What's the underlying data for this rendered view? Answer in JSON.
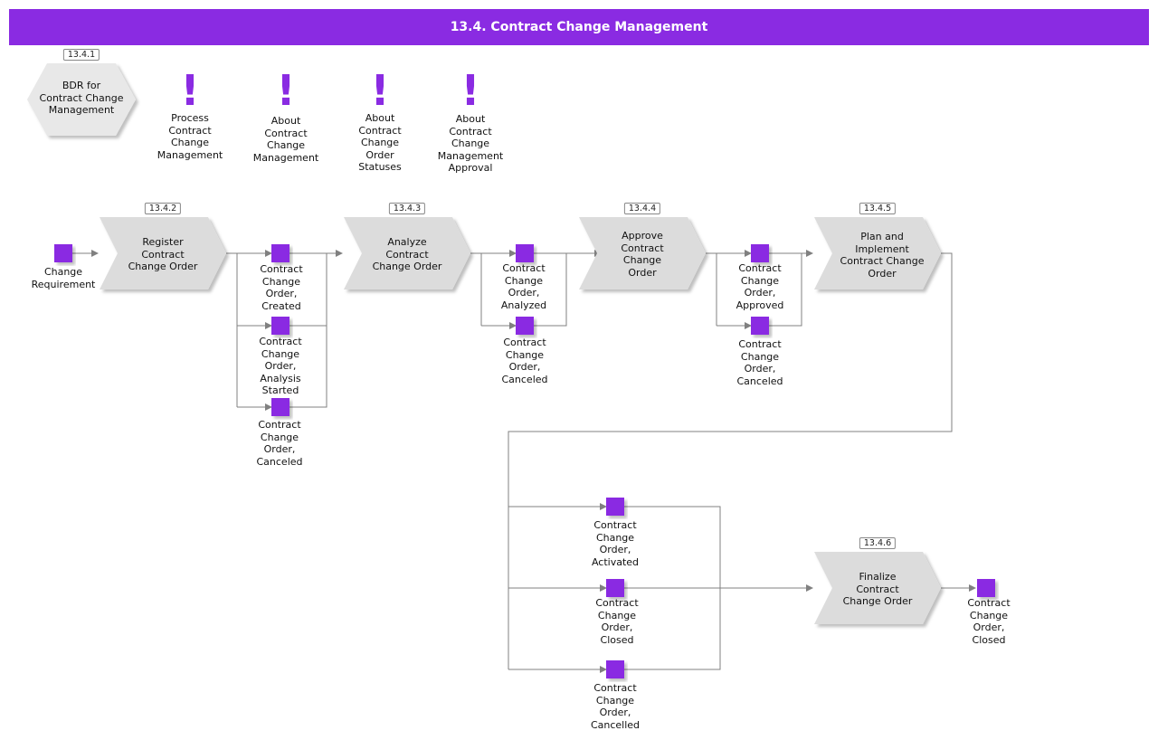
{
  "header": {
    "title": "13.4. Contract Change Management"
  },
  "bdr": {
    "id": "13.4.1",
    "label": "BDR for\nContract Change\nManagement"
  },
  "notes": [
    {
      "label": "Process\nContract\nChange\nManagement",
      "icon": "exclamation-icon"
    },
    {
      "label": "About\nContract\nChange\nManagement",
      "icon": "exclamation-icon"
    },
    {
      "label": "About\nContract\nChange\nOrder\nStatuses",
      "icon": "exclamation-icon"
    },
    {
      "label": "About\nContract\nChange\nManagement\nApproval",
      "icon": "exclamation-icon"
    }
  ],
  "processes": [
    {
      "id": "13.4.2",
      "label": "Register\nContract\nChange Order"
    },
    {
      "id": "13.4.3",
      "label": "Analyze\nContract\nChange Order"
    },
    {
      "id": "13.4.4",
      "label": "Approve\nContract\nChange\nOrder"
    },
    {
      "id": "13.4.5",
      "label": "Plan and\nImplement\nContract Change\nOrder"
    },
    {
      "id": "13.4.6",
      "label": "Finalize\nContract\nChange Order"
    }
  ],
  "events": [
    {
      "label": "Change\nRequirement"
    },
    {
      "label": "Contract\nChange\nOrder,\nCreated"
    },
    {
      "label": "Contract\nChange\nOrder,\nAnalysis\nStarted"
    },
    {
      "label": "Contract\nChange\nOrder,\nCanceled"
    },
    {
      "label": "Contract\nChange\nOrder,\nAnalyzed"
    },
    {
      "label": "Contract\nChange\nOrder,\nCanceled"
    },
    {
      "label": "Contract\nChange\nOrder,\nApproved"
    },
    {
      "label": "Contract\nChange\nOrder,\nCanceled"
    },
    {
      "label": "Contract\nChange\nOrder,\nActivated"
    },
    {
      "label": "Contract\nChange\nOrder,\nClosed"
    },
    {
      "label": "Contract\nChange\nOrder,\nCancelled"
    },
    {
      "label": "Contract\nChange\nOrder,\nClosed"
    }
  ],
  "colors": {
    "accent": "#8a2be2",
    "shape": "#dcdcdc",
    "line": "#808080"
  }
}
